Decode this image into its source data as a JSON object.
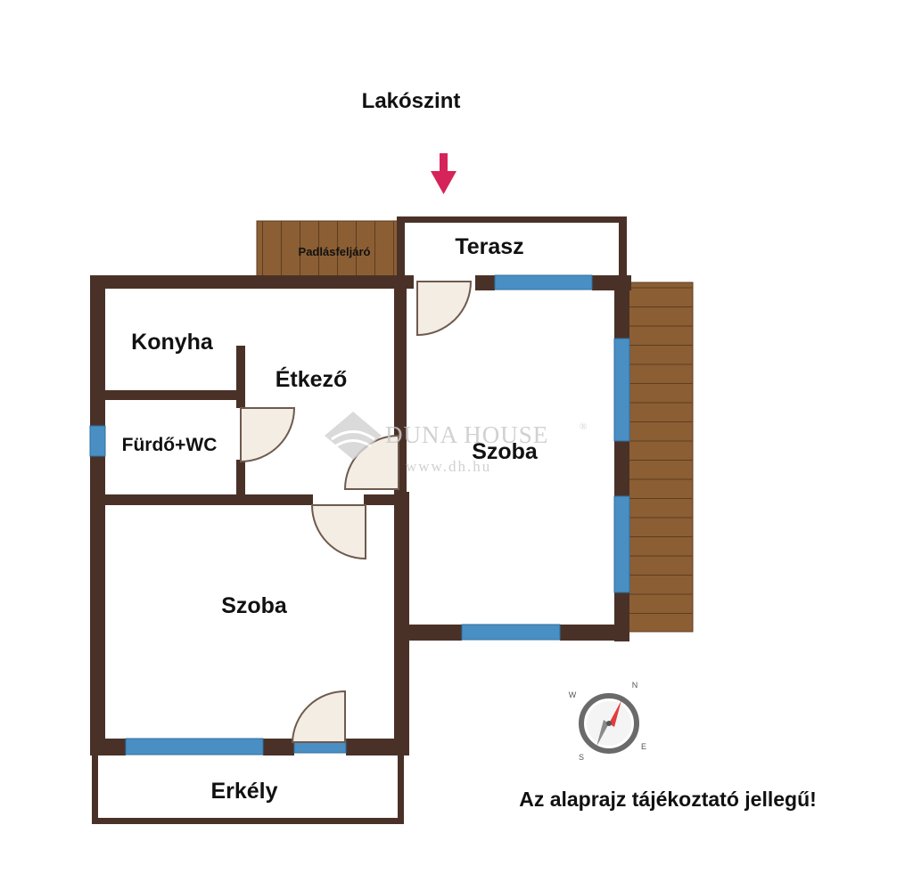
{
  "floor_title": "Lakószint",
  "rooms": {
    "konyha": "Konyha",
    "etkezo": "Étkező",
    "furdo": "Fürdő+WC",
    "szoba_right": "Szoba",
    "szoba_left": "Szoba",
    "terasz": "Terasz",
    "erkely": "Erkély",
    "padlas": "Padlásfeljáró"
  },
  "watermark": {
    "brand": "DUNA HOUSE",
    "reg": "®",
    "url": "www.dh.hu"
  },
  "compass_letters": {
    "n": "N",
    "e": "E",
    "s": "S",
    "w": "W"
  },
  "disclaimer": "Az alaprajz tájékoztató jellegű!",
  "colors": {
    "wall": "#4a3128",
    "window": "#4a8fc4",
    "deck": "#8b5e34",
    "arrow": "#d6245a",
    "compass_red": "#e23c3c"
  }
}
